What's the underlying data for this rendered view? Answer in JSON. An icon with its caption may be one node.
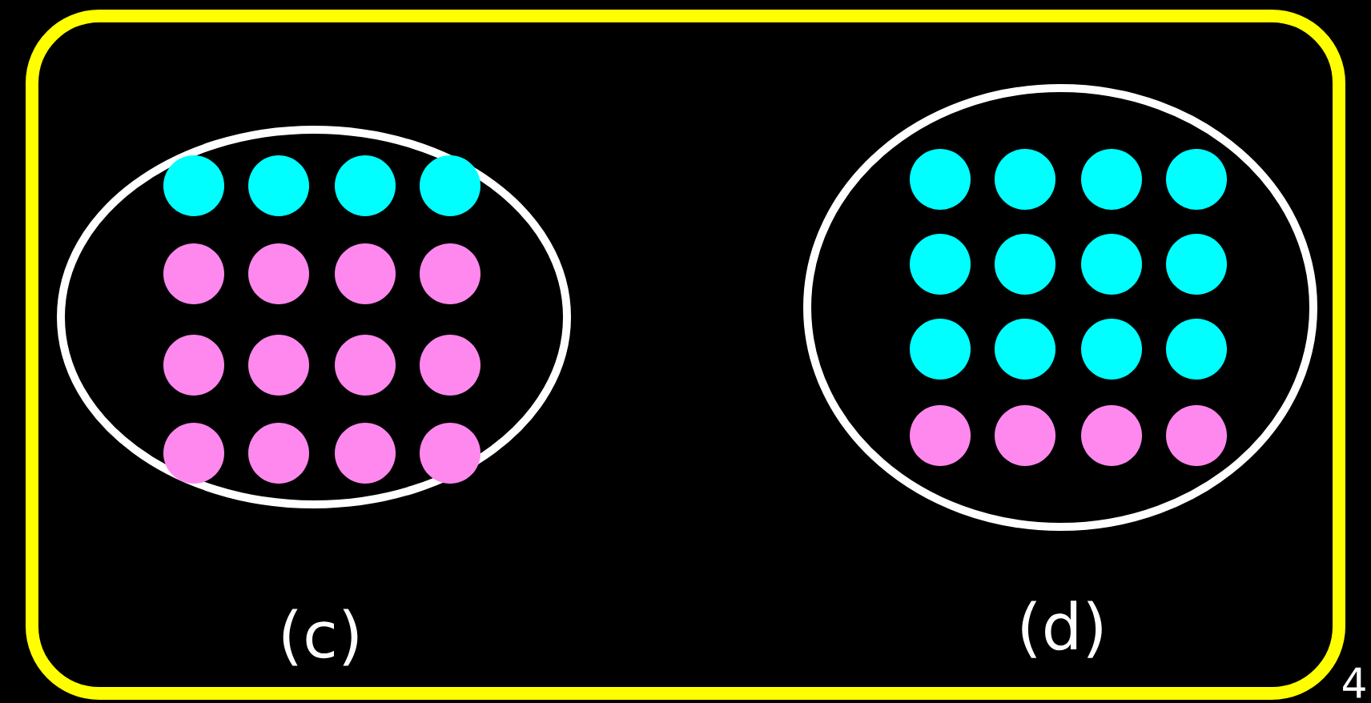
{
  "diagram": {
    "nodes": [
      {
        "text": [],
        "shape": "circle",
        "beside": [
          "(c)"
        ]
      },
      {
        "text": [],
        "shape": "circle",
        "beside": [
          "(d)"
        ]
      }
    ],
    "labels": [
      "4"
    ]
  }
}
